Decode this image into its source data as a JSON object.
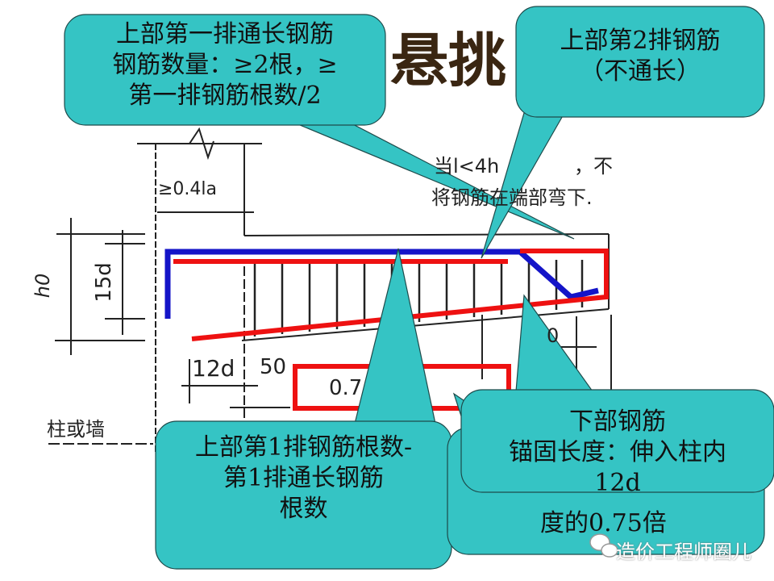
{
  "slide": {
    "title": "悬挑",
    "colors": {
      "callout": "#35C4C4",
      "top_bar": "#1414C8",
      "other_bars": "#EE1111",
      "title": "#3A2612"
    }
  },
  "drawing": {
    "labels": {
      "anchor_min": "≥0.4la",
      "h0": "h0",
      "d15": "15d",
      "d12": "12d",
      "fifty": "50",
      "zero_seven": "0.7",
      "column_or_wall": "柱或墙",
      "note_line1": "当l<4h",
      "note_line1_end": "，不",
      "note_line2": "将钢筋在端部弯下.",
      "right_dim": "0"
    }
  },
  "callouts": {
    "top_first_row": [
      "上部第一排通长钢筋",
      "钢筋数量：≥2根，≥",
      "第一排钢筋根数/2"
    ],
    "top_second_row": [
      "上部第2排钢筋",
      "（不通长）"
    ],
    "top_first_row_count": [
      "上部第1排钢筋根数-",
      "第1排通长钢筋",
      "根数"
    ],
    "hidden_callout_tail": "度的0.75倍",
    "bottom_bars": [
      "下部钢筋",
      "锚固长度：伸入柱内",
      "12d"
    ]
  },
  "watermark": {
    "icon": "wechat-icon",
    "text": "造价工程师圈儿"
  }
}
